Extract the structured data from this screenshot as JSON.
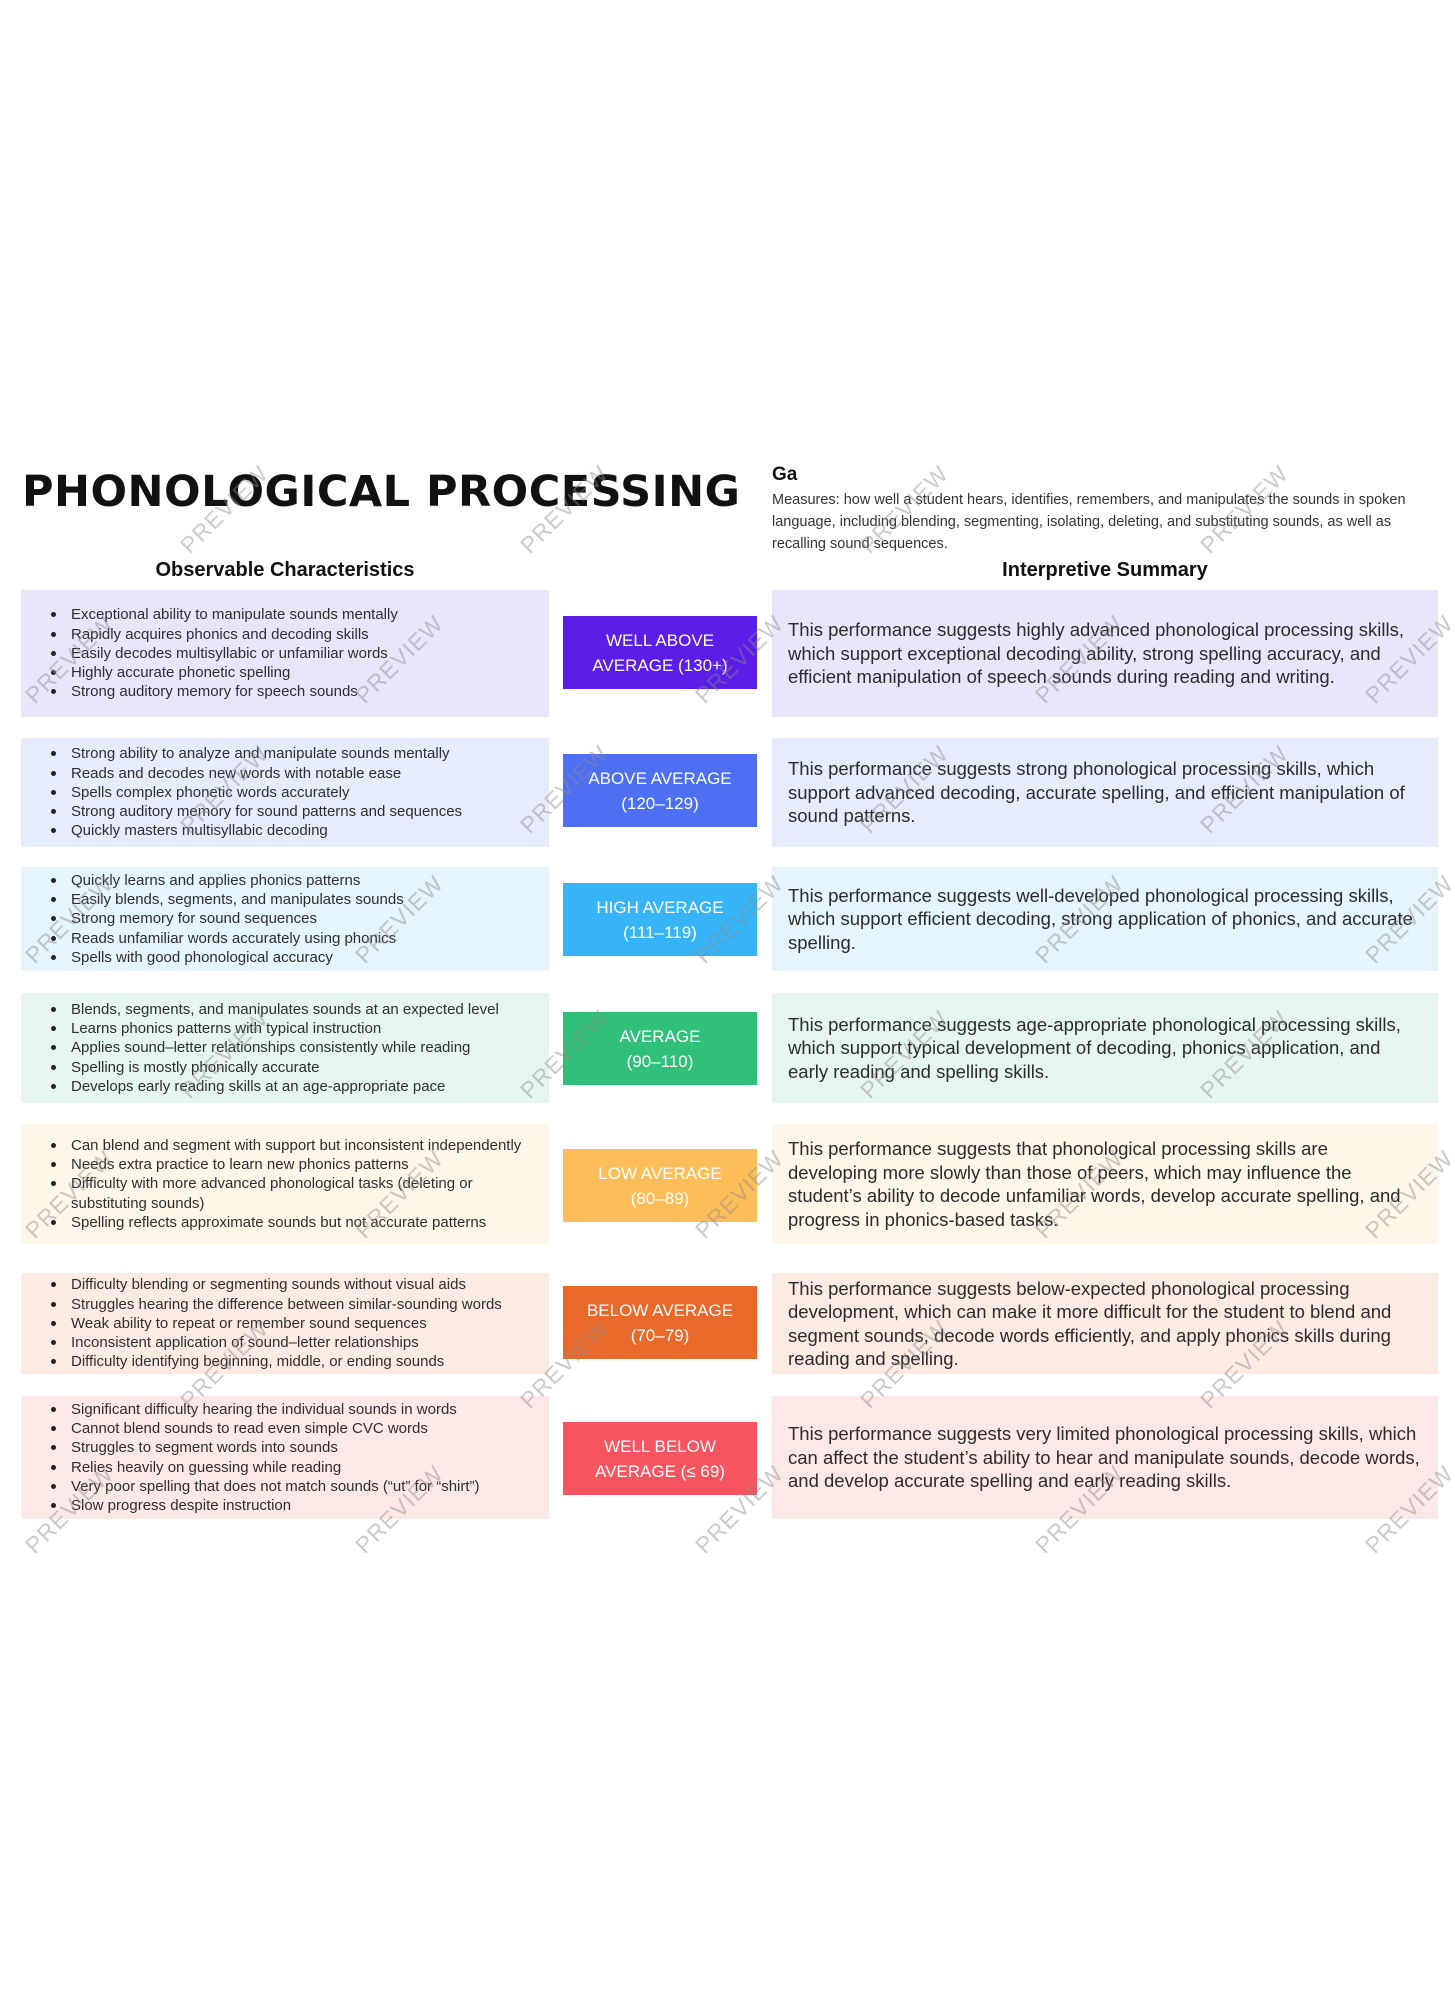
{
  "header": {
    "title": "PHONOLOGICAL PROCESSING",
    "ga_label": "Ga",
    "ga_description": "Measures: how well a student hears, identifies, remembers, and manipulates the sounds in spoken language, including blending, segmenting, isolating, deleting, and substituting sounds, as well as recalling sound sequences."
  },
  "columns": {
    "left_heading": "Observable Characteristics",
    "right_heading": "Interpretive Summary"
  },
  "rows": [
    {
      "badge_line1": "WELL ABOVE",
      "badge_line2": "AVERAGE (130+)",
      "badge_color": "#5a1ee6",
      "bg_color": "#ebe5fb",
      "characteristics": [
        "Exceptional ability to manipulate sounds mentally",
        "Rapidly acquires phonics and decoding skills",
        "Easily decodes multisyllabic or unfamiliar words",
        "Highly accurate phonetic spelling",
        "Strong auditory memory for speech sounds"
      ],
      "summary": "This performance suggests highly advanced phonological processing skills, which support exceptional decoding ability, strong spelling accuracy, and efficient manipulation of speech sounds during reading and writing."
    },
    {
      "badge_line1": "ABOVE AVERAGE",
      "badge_line2": "(120–129)",
      "badge_color": "#4d6ff2",
      "bg_color": "#e7ecfc",
      "characteristics": [
        "Strong ability to analyze and manipulate sounds mentally",
        "Reads and decodes new words with notable ease",
        "Spells complex phonetic words accurately",
        "Strong auditory memory for sound patterns and sequences",
        "Quickly masters multisyllabic decoding"
      ],
      "summary": "This performance suggests strong phonological processing skills, which support advanced decoding, accurate spelling, and efficient manipulation of sound patterns."
    },
    {
      "badge_line1": "HIGH AVERAGE",
      "badge_line2": "(111–119)",
      "badge_color": "#36b4f7",
      "bg_color": "#e6f4fc",
      "characteristics": [
        "Quickly learns and applies phonics patterns",
        "Easily blends, segments, and manipulates sounds",
        "Strong memory for sound sequences",
        "Reads unfamiliar words accurately using phonics",
        "Spells with good phonological accuracy"
      ],
      "summary": "This performance suggests well-developed phonological processing skills, which support efficient decoding, strong application of phonics, and accurate spelling."
    },
    {
      "badge_line1": "AVERAGE",
      "badge_line2": "(90–110)",
      "badge_color": "#30c07a",
      "bg_color": "#e6f6ee",
      "characteristics": [
        "Blends, segments, and manipulates sounds at an expected level",
        "Learns phonics patterns with typical instruction",
        "Applies sound–letter relationships consistently while reading",
        "Spelling is mostly phonically accurate",
        "Develops early reading skills at an age-appropriate pace"
      ],
      "summary": "This performance suggests age-appropriate phonological processing skills, which support typical development of decoding, phonics application, and early reading and spelling skills."
    },
    {
      "badge_line1": "LOW AVERAGE",
      "badge_line2": "(80–89)",
      "badge_color": "#fdbe5a",
      "bg_color": "#fdf6e9",
      "characteristics": [
        "Can blend and segment with support but inconsistent independently",
        "Needs extra practice to learn new phonics patterns",
        "Difficulty with more advanced phonological tasks (deleting or substituting sounds)",
        "Spelling reflects approximate sounds but not accurate patterns"
      ],
      "summary": "This performance suggests that phonological processing skills are developing more slowly than those of peers, which may influence the student’s ability to decode unfamiliar words, develop accurate spelling, and progress in phonics-based tasks."
    },
    {
      "badge_line1": "BELOW AVERAGE",
      "badge_line2": "(70–79)",
      "badge_color": "#e8692a",
      "bg_color": "#fcebe3",
      "characteristics": [
        "Difficulty blending or segmenting sounds without visual aids",
        "Struggles hearing the difference between similar-sounding words",
        "Weak ability to repeat or remember sound sequences",
        "Inconsistent application of sound–letter relationships",
        "Difficulty identifying beginning, middle, or ending sounds"
      ],
      "summary": "This performance suggests below-expected phonological processing development, which can make it more difficult for the student to blend and segment sounds, decode words efficiently, and apply phonics skills during reading and spelling."
    },
    {
      "badge_line1": "WELL BELOW",
      "badge_line2": "AVERAGE (≤ 69)",
      "badge_color": "#f65560",
      "bg_color": "#fde8e8",
      "characteristics": [
        "Significant difficulty hearing the individual sounds in words",
        "Cannot blend sounds to read even simple CVC words",
        "Struggles to segment words into sounds",
        "Relies heavily on guessing while reading",
        "Very poor spelling that does not match sounds (“ut” for “shirt”)",
        "Slow progress despite instruction"
      ],
      "summary": "This performance suggests very limited phonological processing skills, which can affect the student’s ability to hear and manipulate sounds, decode words, and develop accurate spelling and early reading skills."
    }
  ],
  "watermark_text": "PREVIEW"
}
